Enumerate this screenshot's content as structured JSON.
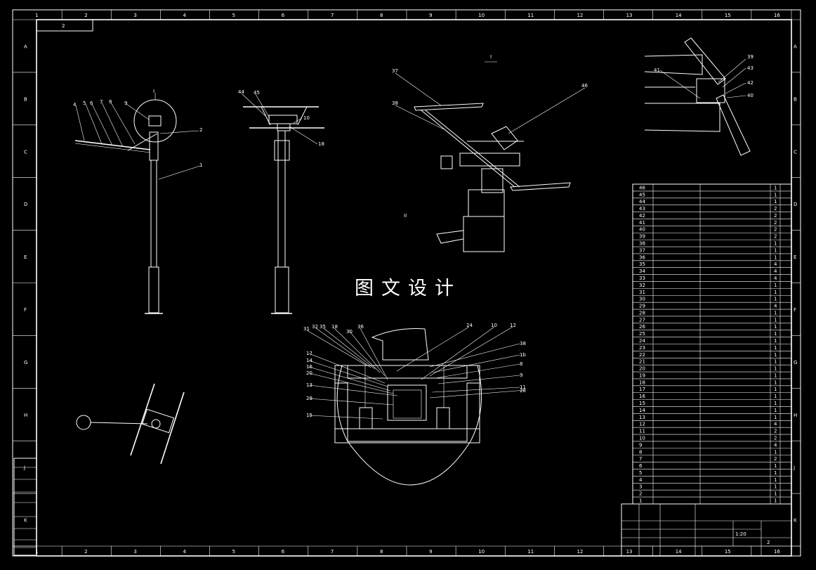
{
  "watermark": "图文设计",
  "frame": {
    "top_numbers": [
      "1",
      "2",
      "3",
      "4",
      "5",
      "6",
      "7",
      "8",
      "9",
      "10",
      "11",
      "12",
      "13",
      "14",
      "15",
      "16"
    ],
    "side_letters": [
      "A",
      "B",
      "C",
      "D",
      "E",
      "F",
      "G",
      "H",
      "J",
      "K"
    ],
    "corner_tag": "2"
  },
  "views": {
    "side_view_labels": [
      "4",
      "5",
      "6",
      "7",
      "8",
      "9",
      "2",
      "1",
      "I"
    ],
    "front_view_labels": [
      "44",
      "45",
      "10",
      "18"
    ],
    "iso_view_labels": [
      "I",
      "37",
      "38",
      "46",
      "II"
    ],
    "corner_view_labels": [
      "41",
      "39",
      "43",
      "42",
      "40"
    ],
    "section_labels_top": [
      "31",
      "32",
      "35",
      "18",
      "30",
      "36",
      "24",
      "10",
      "12"
    ],
    "section_labels_left": [
      "17",
      "14",
      "16",
      "20",
      "13",
      "29",
      "15"
    ],
    "section_labels_right": [
      "38",
      "1b",
      "8",
      "9",
      "11",
      "28"
    ]
  },
  "parts_list": {
    "numbers": [
      "46",
      "45",
      "44",
      "43",
      "42",
      "41",
      "40",
      "39",
      "38",
      "37",
      "36",
      "35",
      "34",
      "33",
      "32",
      "31",
      "30",
      "29",
      "28",
      "27",
      "26",
      "25",
      "24",
      "23",
      "22",
      "21",
      "20",
      "19",
      "18",
      "17",
      "16",
      "15",
      "14",
      "13",
      "12",
      "11",
      "10",
      "9",
      "8",
      "7",
      "6",
      "5",
      "4",
      "3",
      "2",
      "1"
    ],
    "quantities": [
      "1",
      "1",
      "1",
      "2",
      "2",
      "2",
      "2",
      "2",
      "1",
      "1",
      "1",
      "4",
      "4",
      "4",
      "1",
      "1",
      "1",
      "4",
      "1",
      "1",
      "1",
      "1",
      "1",
      "1",
      "1",
      "1",
      "1",
      "1",
      "1",
      "1",
      "1",
      "1",
      "1",
      "1",
      "4",
      "2",
      "2",
      "4",
      "1",
      "2",
      "1",
      "1",
      "1",
      "1",
      "1",
      "1"
    ]
  },
  "title_block": {
    "ratio": "1:20",
    "sheet": "2"
  }
}
